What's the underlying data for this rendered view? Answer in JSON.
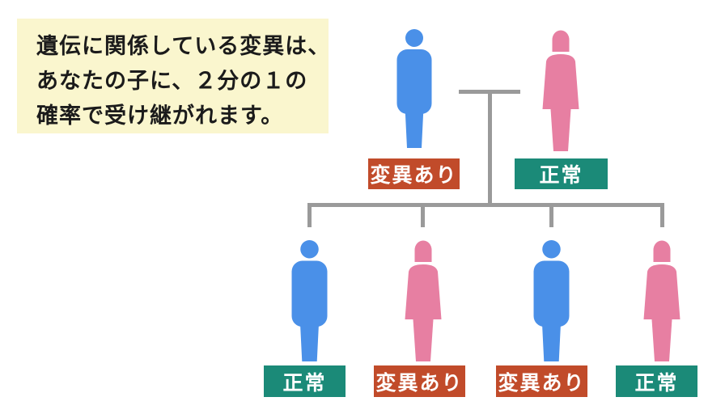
{
  "info_box": {
    "lines": [
      "遺伝に関係している変異は、",
      "あなたの子に、２分の１の",
      "確率で受け継がれます。"
    ]
  },
  "family": {
    "parents": [
      {
        "role": "father",
        "sex": "male",
        "status": "変異あり",
        "status_type": "mutation"
      },
      {
        "role": "mother",
        "sex": "female",
        "status": "正常",
        "status_type": "normal"
      }
    ],
    "children": [
      {
        "sex": "male",
        "status": "正常",
        "status_type": "normal"
      },
      {
        "sex": "female",
        "status": "変異あり",
        "status_type": "mutation"
      },
      {
        "sex": "male",
        "status": "変異あり",
        "status_type": "mutation"
      },
      {
        "sex": "female",
        "status": "正常",
        "status_type": "normal"
      }
    ]
  },
  "colors": {
    "male": "#4A90E8",
    "female": "#E77FA2",
    "mutation_bg": "#C14B2A",
    "normal_bg": "#1B8A78",
    "line": "#9A9A9A",
    "info_bg": "#FAF6CE",
    "label_text": "#FFFFFF",
    "text": "#1B1B1B"
  }
}
